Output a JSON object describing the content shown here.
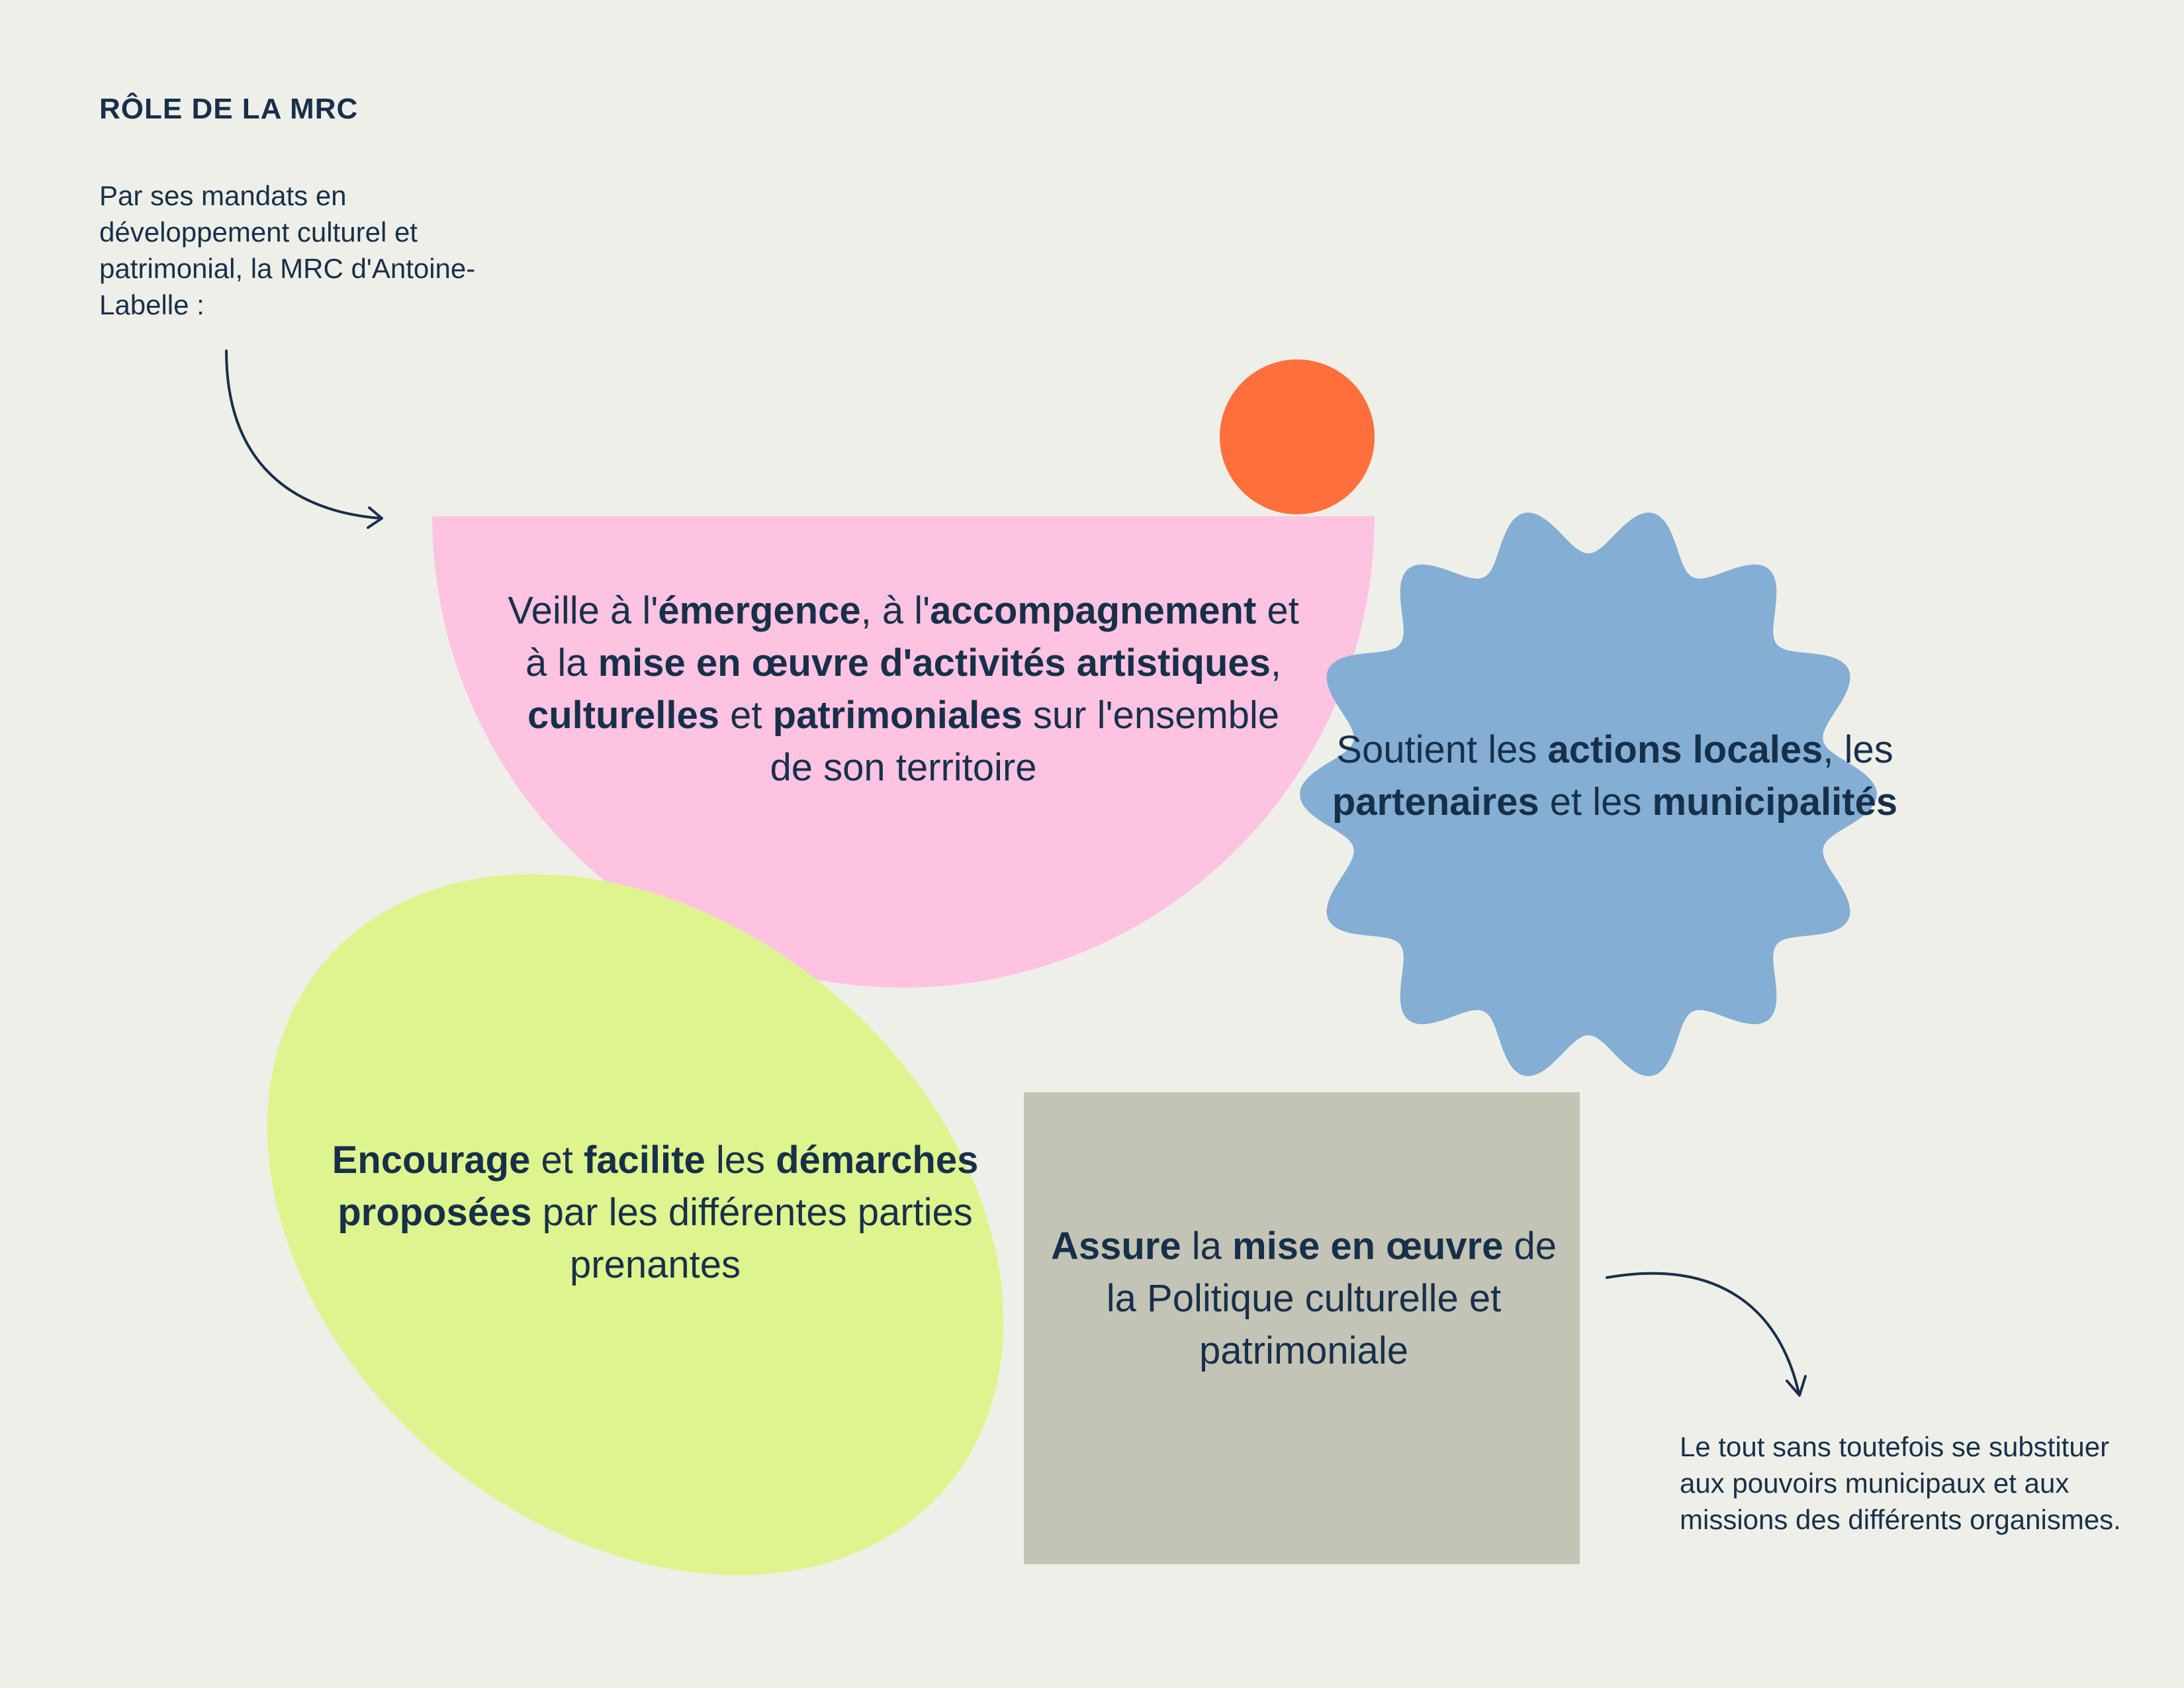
{
  "title": "RÔLE DE LA MRC",
  "intro": "Par ses mandats en développement culturel et patrimonial, la MRC d'Antoine-Labelle :",
  "items": [
    {
      "shape": "half-circle",
      "color": "#ffc3e2",
      "segments": [
        {
          "text": "Veille à l'",
          "bold": false
        },
        {
          "text": "émergence",
          "bold": true
        },
        {
          "text": ", à l'",
          "bold": false
        },
        {
          "text": "accompagnement",
          "bold": true
        },
        {
          "text": " et à la ",
          "bold": false
        },
        {
          "text": "mise en œuvre d'activités artistiques",
          "bold": true
        },
        {
          "text": ", ",
          "bold": false
        },
        {
          "text": "culturelles",
          "bold": true
        },
        {
          "text": " et ",
          "bold": false
        },
        {
          "text": "patrimoniales",
          "bold": true
        },
        {
          "text": " sur l'ensemble de son territoire",
          "bold": false
        }
      ]
    },
    {
      "shape": "wavy-circle",
      "color": "#84aed3",
      "segments": [
        {
          "text": "Soutient les ",
          "bold": false
        },
        {
          "text": "actions locales",
          "bold": true
        },
        {
          "text": ", les ",
          "bold": false
        },
        {
          "text": "partenaires",
          "bold": true
        },
        {
          "text": " et les ",
          "bold": false
        },
        {
          "text": "municipalités",
          "bold": true
        }
      ]
    },
    {
      "shape": "ellipse",
      "color": "#def48e",
      "segments": [
        {
          "text": "Encourage",
          "bold": true
        },
        {
          "text": " et ",
          "bold": false
        },
        {
          "text": "facilite",
          "bold": true
        },
        {
          "text": " les ",
          "bold": false
        },
        {
          "text": "démarches proposées",
          "bold": true
        },
        {
          "text": " par les différentes parties prenantes",
          "bold": false
        }
      ]
    },
    {
      "shape": "rectangle",
      "color": "#c3c4b5",
      "segments": [
        {
          "text": "Assure",
          "bold": true
        },
        {
          "text": " la ",
          "bold": false
        },
        {
          "text": "mise en œuvre",
          "bold": true
        },
        {
          "text": " de la Politique culturelle et patrimoniale",
          "bold": false
        }
      ]
    }
  ],
  "accent_circle_color": "#ff6f3c",
  "arrow_color": "#17304a",
  "note": "Le tout sans toutefois se substituer aux pouvoirs municipaux et aux missions des différents organismes."
}
